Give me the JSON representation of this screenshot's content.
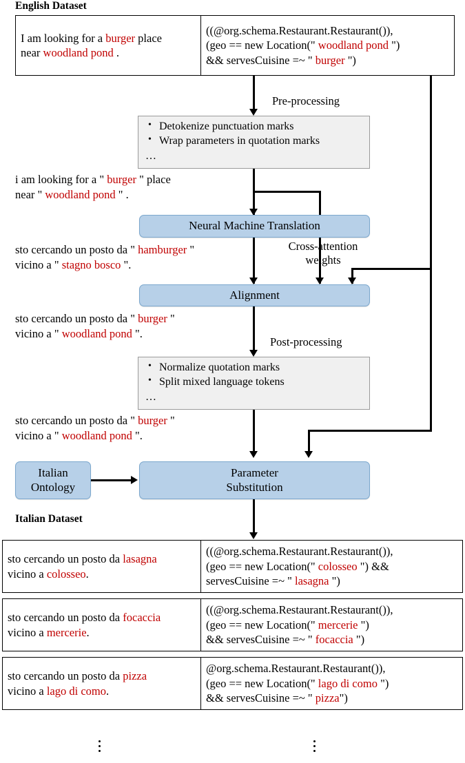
{
  "headings": {
    "english": "English Dataset",
    "italian": "Italian Dataset"
  },
  "english_dataset": {
    "rows": [
      {
        "utterance": [
          [
            {
              "t": "I am looking for a ",
              "c": "k"
            },
            {
              "t": "burger",
              "c": "r"
            },
            {
              "t": " place",
              "c": "k"
            }
          ],
          [
            {
              "t": "near ",
              "c": "k"
            },
            {
              "t": "woodland pond",
              "c": "r"
            },
            {
              "t": " .",
              "c": "k"
            }
          ]
        ],
        "logical_form": [
          [
            {
              "t": "((@org.schema.Restaurant.Restaurant()),",
              "c": "k"
            }
          ],
          [
            {
              "t": "(geo == new Location(\" ",
              "c": "k"
            },
            {
              "t": "woodland pond",
              "c": "r"
            },
            {
              "t": " \")",
              "c": "k"
            }
          ],
          [
            {
              "t": "&& servesCuisine =~ \" ",
              "c": "k"
            },
            {
              "t": "burger",
              "c": "r"
            },
            {
              "t": " \")",
              "c": "k"
            }
          ]
        ]
      }
    ]
  },
  "italian_dataset": {
    "rows": [
      {
        "utterance": [
          [
            {
              "t": "sto cercando un posto da ",
              "c": "k"
            },
            {
              "t": "lasagna",
              "c": "r"
            }
          ],
          [
            {
              "t": "vicino a ",
              "c": "k"
            },
            {
              "t": "colosseo",
              "c": "r"
            },
            {
              "t": ".",
              "c": "k"
            }
          ]
        ],
        "logical_form": [
          [
            {
              "t": "((@org.schema.Restaurant.Restaurant()),",
              "c": "k"
            }
          ],
          [
            {
              "t": "(geo == new Location(\" ",
              "c": "k"
            },
            {
              "t": "colosseo",
              "c": "r"
            },
            {
              "t": " \") &&",
              "c": "k"
            }
          ],
          [
            {
              "t": "servesCuisine =~ \" ",
              "c": "k"
            },
            {
              "t": "lasagna",
              "c": "r"
            },
            {
              "t": " \")",
              "c": "k"
            }
          ]
        ]
      },
      {
        "utterance": [
          [
            {
              "t": "sto cercando un posto da ",
              "c": "k"
            },
            {
              "t": "focaccia",
              "c": "r"
            }
          ],
          [
            {
              "t": "vicino a ",
              "c": "k"
            },
            {
              "t": "mercerie",
              "c": "r"
            },
            {
              "t": ".",
              "c": "k"
            }
          ]
        ],
        "logical_form": [
          [
            {
              "t": "((@org.schema.Restaurant.Restaurant()),",
              "c": "k"
            }
          ],
          [
            {
              "t": "(geo == new Location(\" ",
              "c": "k"
            },
            {
              "t": "mercerie",
              "c": "r"
            },
            {
              "t": " \")",
              "c": "k"
            }
          ],
          [
            {
              "t": "&& servesCuisine =~ \" ",
              "c": "k"
            },
            {
              "t": "focaccia",
              "c": "r"
            },
            {
              "t": " \")",
              "c": "k"
            }
          ]
        ]
      },
      {
        "utterance": [
          [
            {
              "t": "sto cercando un posto da ",
              "c": "k"
            },
            {
              "t": "pizza",
              "c": "r"
            }
          ],
          [
            {
              "t": "vicino a ",
              "c": "k"
            },
            {
              "t": "lago di como",
              "c": "r"
            },
            {
              "t": ".",
              "c": "k"
            }
          ]
        ],
        "logical_form": [
          [
            {
              "t": "@org.schema.Restaurant.Restaurant()),",
              "c": "k"
            }
          ],
          [
            {
              "t": "(geo == new Location(\" ",
              "c": "k"
            },
            {
              "t": "lago di como",
              "c": "r"
            },
            {
              "t": " \")",
              "c": "k"
            }
          ],
          [
            {
              "t": "&& servesCuisine =~ \" ",
              "c": "k"
            },
            {
              "t": "pizza",
              "c": "r"
            },
            {
              "t": "\")",
              "c": "k"
            }
          ]
        ]
      }
    ]
  },
  "pipeline": {
    "preprocessing": {
      "edge_label": "Pre-processing",
      "items": [
        "Detokenize punctuation marks",
        "Wrap parameters in quotation marks"
      ],
      "ellipsis": "…"
    },
    "nmt": {
      "label": "Neural Machine Translation"
    },
    "cross_attention": {
      "line1": "Cross-attention",
      "line2": "weights"
    },
    "alignment": {
      "label": "Alignment"
    },
    "postprocessing": {
      "edge_label": "Post-processing",
      "items": [
        "Normalize quotation marks",
        "Split mixed language tokens"
      ],
      "ellipsis": "…"
    },
    "ontology": {
      "line1": "Italian",
      "line2": "Ontology"
    },
    "substitution": {
      "line1": "Parameter",
      "line2": "Substitution"
    }
  },
  "intermediate_texts": {
    "after_preprocessing": [
      [
        {
          "t": "i am looking for a \" ",
          "c": "k"
        },
        {
          "t": "burger",
          "c": "r"
        },
        {
          "t": " \" place",
          "c": "k"
        }
      ],
      [
        {
          "t": "near \" ",
          "c": "k"
        },
        {
          "t": "woodland pond",
          "c": "r"
        },
        {
          "t": " \" .",
          "c": "k"
        }
      ]
    ],
    "after_nmt": [
      [
        {
          "t": "sto cercando un posto da \" ",
          "c": "k"
        },
        {
          "t": "hamburger",
          "c": "r"
        },
        {
          "t": " \"",
          "c": "k"
        }
      ],
      [
        {
          "t": "vicino a \" ",
          "c": "k"
        },
        {
          "t": "stagno bosco",
          "c": "r"
        },
        {
          "t": " \".",
          "c": "k"
        }
      ]
    ],
    "after_alignment": [
      [
        {
          "t": "sto cercando un posto da \" ",
          "c": "k"
        },
        {
          "t": "burger",
          "c": "r"
        },
        {
          "t": " \"",
          "c": "k"
        }
      ],
      [
        {
          "t": "vicino a \" ",
          "c": "k"
        },
        {
          "t": "woodland pond",
          "c": "r"
        },
        {
          "t": " \".",
          "c": "k"
        }
      ]
    ],
    "after_postprocessing": [
      [
        {
          "t": "sto cercando un posto da \" ",
          "c": "k"
        },
        {
          "t": "burger",
          "c": "r"
        },
        {
          "t": " \"",
          "c": "k"
        }
      ],
      [
        {
          "t": "vicino a \" ",
          "c": "k"
        },
        {
          "t": "woodland pond",
          "c": "r"
        },
        {
          "t": " \".",
          "c": "k"
        }
      ]
    ]
  },
  "colors": {
    "parameter_highlight": "#c00000",
    "process_box_fill": "#b7d0e8",
    "step_box_fill": "#f0f0f0",
    "connector": "#000000"
  }
}
